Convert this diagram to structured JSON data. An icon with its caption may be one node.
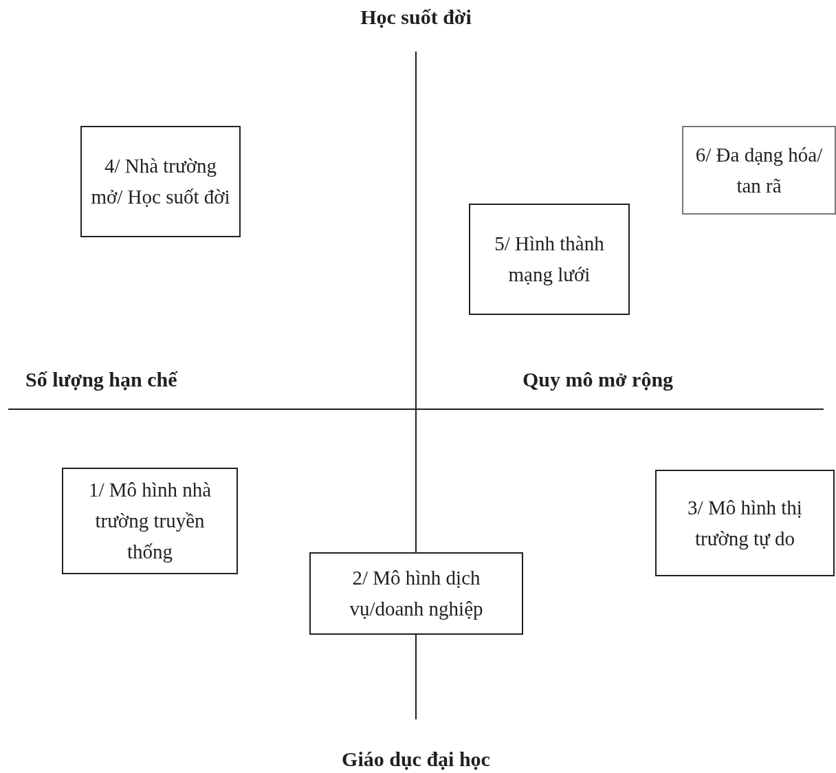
{
  "diagram": {
    "nodes": [
      {
        "text": [
          "4/ Nhà trường mở/ Học suốt đời"
        ]
      },
      {
        "text": [
          "6/ Đa dạng hóa/ tan rã"
        ]
      },
      {
        "text": [
          "5/ Hình thành mạng lưới"
        ]
      },
      {
        "text": [
          "1/ Mô hình nhà trường truyền thống"
        ]
      },
      {
        "text": [
          "2/ Mô hình dịch vụ/doanh nghiệp"
        ]
      },
      {
        "text": [
          "3/ Mô hình thị trường tự do"
        ]
      }
    ],
    "labels": [
      "Học suốt đời",
      "Số lượng hạn chế",
      "Quy mô mở rộng",
      "Giáo dục đại học"
    ]
  }
}
